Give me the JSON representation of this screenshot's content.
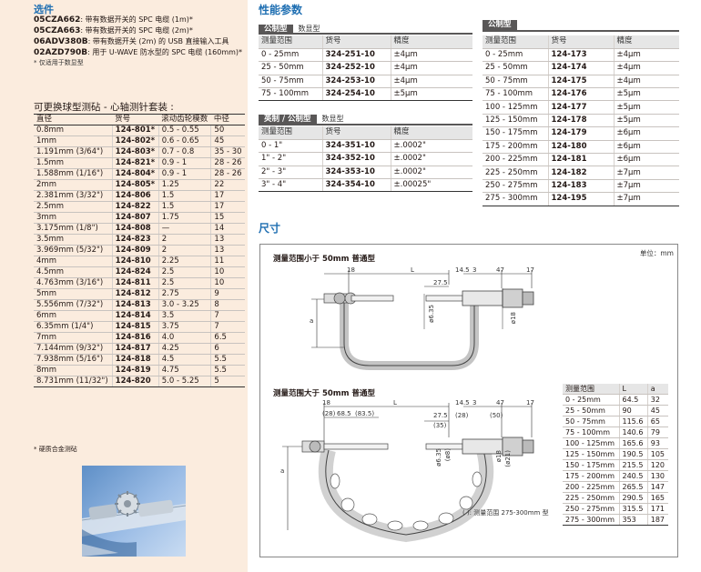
{
  "options": {
    "title": "选件",
    "items": [
      {
        "code": "05CZA662",
        "desc": ": 带有数据开关的 SPC 电缆 (1m)*"
      },
      {
        "code": "05CZA663",
        "desc": ": 带有数据开关的 SPC 电缆 (2m)*"
      },
      {
        "code": "06ADV380B",
        "desc": ": 带有数据开关 (2m) 的 USB 直接输入工具"
      },
      {
        "code": "02AZD790B",
        "desc": ": 用于 U-WAVE 防水型的 SPC 电缆 (160mm)*"
      }
    ],
    "note": "* 仅适用于数显型"
  },
  "anvils": {
    "title": "可更换球型测砧 - 心轴测针套装 :",
    "headers": [
      "直径",
      "货号",
      "滚动齿轮模数",
      "中径"
    ],
    "rows": [
      [
        "0.8mm",
        "124-801*",
        "0.5 - 0.55",
        "50"
      ],
      [
        "1mm",
        "124-802*",
        "0.6 - 0.65",
        "45"
      ],
      [
        "1.191mm (3/64\")",
        "124-803*",
        "0.7 - 0.8",
        "35 - 30"
      ],
      [
        "1.5mm",
        "124-821*",
        "0.9 - 1",
        "28 - 26"
      ],
      [
        "1.588mm (1/16\")",
        "124-804*",
        "0.9 - 1",
        "28 - 26"
      ],
      [
        "2mm",
        "124-805*",
        "1.25",
        "22"
      ],
      [
        "2.381mm (3/32\")",
        "124-806",
        "1.5",
        "17"
      ],
      [
        "2.5mm",
        "124-822",
        "1.5",
        "17"
      ],
      [
        "3mm",
        "124-807",
        "1.75",
        "15"
      ],
      [
        "3.175mm (1/8\")",
        "124-808",
        "—",
        "14"
      ],
      [
        "3.5mm",
        "124-823",
        "2",
        "13"
      ],
      [
        "3.969mm (5/32\")",
        "124-809",
        "2",
        "13"
      ],
      [
        "4mm",
        "124-810",
        "2.25",
        "11"
      ],
      [
        "4.5mm",
        "124-824",
        "2.5",
        "10"
      ],
      [
        "4.763mm (3/16\")",
        "124-811",
        "2.5",
        "10"
      ],
      [
        "5mm",
        "124-812",
        "2.75",
        "9"
      ],
      [
        "5.556mm (7/32\")",
        "124-813",
        "3.0 - 3.25",
        "8"
      ],
      [
        "6mm",
        "124-814",
        "3.5",
        "7"
      ],
      [
        "6.35mm (1/4\")",
        "124-815",
        "3.75",
        "7"
      ],
      [
        "7mm",
        "124-816",
        "4.0",
        "6.5"
      ],
      [
        "7.144mm (9/32\")",
        "124-817",
        "4.25",
        "6"
      ],
      [
        "7.938mm (5/16\")",
        "124-818",
        "4.5",
        "5.5"
      ],
      [
        "8mm",
        "124-819",
        "4.75",
        "5.5"
      ],
      [
        "8.731mm (11/32\")",
        "124-820",
        "5.0 - 5.25",
        "5"
      ]
    ],
    "note": "* 硬质合金测砧"
  },
  "specs": {
    "title": "性能参数",
    "metric_digital": {
      "label": "公制型",
      "sub": "数显型",
      "headers": [
        "测量范围",
        "货号",
        "精度"
      ],
      "rows": [
        [
          "0 - 25mm",
          "324-251-10",
          "±4μm"
        ],
        [
          "25 - 50mm",
          "324-252-10",
          "±4μm"
        ],
        [
          "50 - 75mm",
          "324-253-10",
          "±4μm"
        ],
        [
          "75 - 100mm",
          "324-254-10",
          "±5μm"
        ]
      ]
    },
    "inch_metric": {
      "label": "英制 / 公制型",
      "sub": "数显型",
      "headers": [
        "测量范围",
        "货号",
        "精度"
      ],
      "rows": [
        [
          "0 - 1\"",
          "324-351-10",
          "±.0002\""
        ],
        [
          "1\" - 2\"",
          "324-352-10",
          "±.0002\""
        ],
        [
          "2\" - 3\"",
          "324-353-10",
          "±.0002\""
        ],
        [
          "3\" - 4\"",
          "324-354-10",
          "±.00025\""
        ]
      ]
    },
    "metric": {
      "label": "公制型",
      "headers": [
        "测量范围",
        "货号",
        "精度"
      ],
      "rows": [
        [
          "0 - 25mm",
          "124-173",
          "±4μm"
        ],
        [
          "25 - 50mm",
          "124-174",
          "±4μm"
        ],
        [
          "50 - 75mm",
          "124-175",
          "±4μm"
        ],
        [
          "75 - 100mm",
          "124-176",
          "±5μm"
        ],
        [
          "100 - 125mm",
          "124-177",
          "±5μm"
        ],
        [
          "125 - 150mm",
          "124-178",
          "±5μm"
        ],
        [
          "150 - 175mm",
          "124-179",
          "±6μm"
        ],
        [
          "175 - 200mm",
          "124-180",
          "±6μm"
        ],
        [
          "200 - 225mm",
          "124-181",
          "±6μm"
        ],
        [
          "225 - 250mm",
          "124-182",
          "±7μm"
        ],
        [
          "250 - 275mm",
          "124-183",
          "±7μm"
        ],
        [
          "275 - 300mm",
          "124-195",
          "±7μm"
        ]
      ]
    }
  },
  "dimensions": {
    "title": "尺寸",
    "unit": "单位：mm",
    "diagram1": {
      "label": "测量范围小于 50mm 普通型",
      "dims": {
        "d18": "18",
        "dL": "L",
        "d145": "14.5",
        "d3": "3",
        "d47": "47",
        "d17": "17",
        "d275": "27.5",
        "dphi635": "ø6.35",
        "dphi18": "ø18",
        "da": "a"
      }
    },
    "diagram2": {
      "label": "测量范围大于 50mm 普通型",
      "dims": {
        "d18": "18",
        "dL": "L",
        "d145": "14.5",
        "d3": "3",
        "d47": "47",
        "d17": "17",
        "d28a": "(28)",
        "d685": "68.5",
        "d835": "(83.5)",
        "d275": "27.5",
        "d28b": "(28)",
        "d50": "(50)",
        "d35": "(35)",
        "dphi635": "ø6.35",
        "dphi8": "(ø8)",
        "dphi18": "ø18",
        "dphi21": "(ø21)",
        "da": "a"
      },
      "note": "( ): 测量范围 275-300mm 型"
    },
    "table": {
      "headers": [
        "测量范围",
        "L",
        "a"
      ],
      "rows": [
        [
          "0 - 25mm",
          "64.5",
          "32"
        ],
        [
          "25 - 50mm",
          "90",
          "45"
        ],
        [
          "50 - 75mm",
          "115.6",
          "65"
        ],
        [
          "75 - 100mm",
          "140.6",
          "79"
        ],
        [
          "100 - 125mm",
          "165.6",
          "93"
        ],
        [
          "125 - 150mm",
          "190.5",
          "105"
        ],
        [
          "150 - 175mm",
          "215.5",
          "120"
        ],
        [
          "175 - 200mm",
          "240.5",
          "130"
        ],
        [
          "200 - 225mm",
          "265.5",
          "147"
        ],
        [
          "225 - 250mm",
          "290.5",
          "165"
        ],
        [
          "250 - 275mm",
          "315.5",
          "171"
        ],
        [
          "275 - 300mm",
          "353",
          "187"
        ]
      ]
    }
  }
}
